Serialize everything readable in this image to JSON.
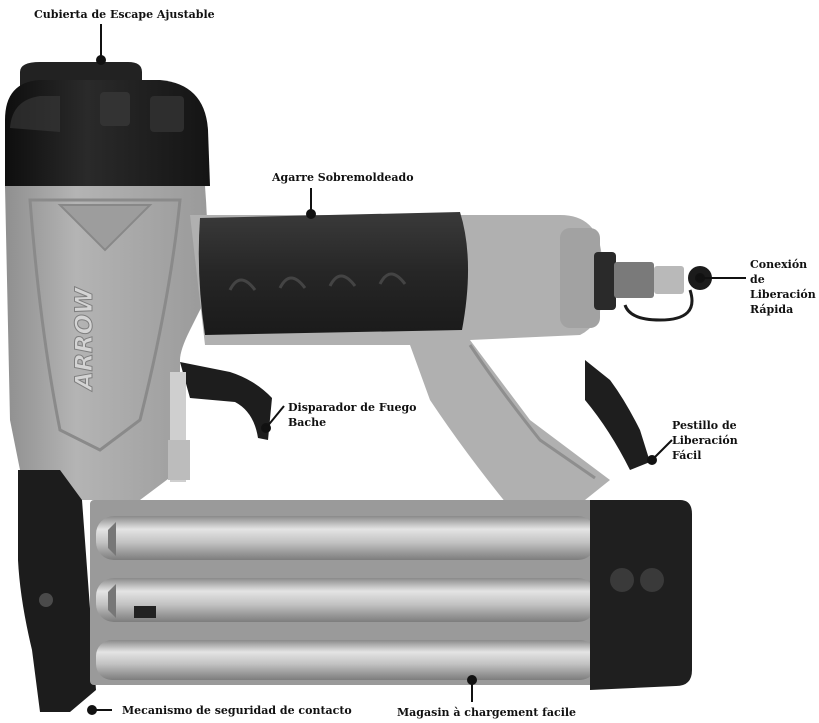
{
  "colors": {
    "body_gray": "#a8a8a8",
    "body_light": "#c4c4c4",
    "black_parts": "#1c1c1c",
    "grip": "#2b2b2b",
    "aluminum": "#c9c9c9",
    "aluminum_dark": "#8e8e8e",
    "text": "#111111"
  },
  "brand": {
    "logo_text": "ARROW"
  },
  "callouts": {
    "exhaust_cover": "Cubierta de Escape Ajustable",
    "overmolded_grip": "Agarre Sobremoldeado",
    "quick_release": [
      "Conexión",
      "de",
      "Liberación",
      "Rápida"
    ],
    "trigger": [
      "Disparador de Fuego",
      "Bache"
    ],
    "latch": [
      "Pestillo de",
      "Liberación",
      "Fácil"
    ],
    "contact_safety": "Mecanismo de seguridad de contacto",
    "magazine": "Magasin à chargement facile"
  }
}
